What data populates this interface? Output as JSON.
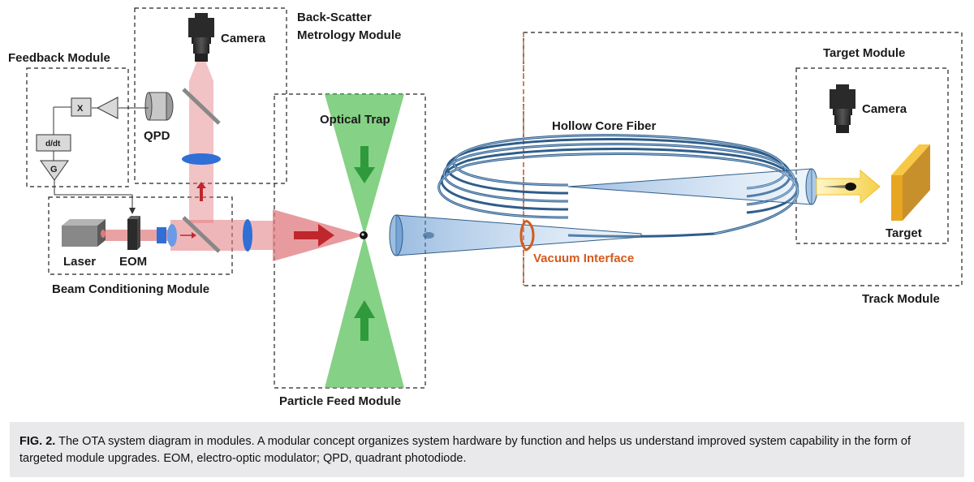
{
  "modules": {
    "feedback": "Feedback Module",
    "backscatter_line1": "Back-Scatter",
    "backscatter_line2": "Metrology Module",
    "beam_conditioning": "Beam Conditioning Module",
    "particle_feed": "Particle Feed Module",
    "target_module": "Target Module",
    "track_module": "Track Module"
  },
  "components": {
    "camera_top": "Camera",
    "camera_target": "Camera",
    "qpd": "QPD",
    "laser": "Laser",
    "eom": "EOM",
    "optical_trap": "Optical Trap",
    "hollow_core_fiber": "Hollow Core Fiber",
    "vacuum_interface": "Vacuum Interface",
    "target": "Target",
    "multiplier": "X",
    "derivative": "d/dt",
    "gain": "G"
  },
  "caption": {
    "label": "FIG. 2.",
    "text": "The OTA system diagram in modules. A modular concept organizes system hardware by function and helps us understand improved system capability in the form of targeted module upgrades. EOM, electro-optic modulator; QPD, quadrant photodiode."
  },
  "colors": {
    "laser_beam": "#e07a7e",
    "trap_green": "#5cc15c",
    "fiber_blue": "#2f5d8a",
    "vacuum_orange": "#d45a1c",
    "target_gold": "#e8a521"
  }
}
